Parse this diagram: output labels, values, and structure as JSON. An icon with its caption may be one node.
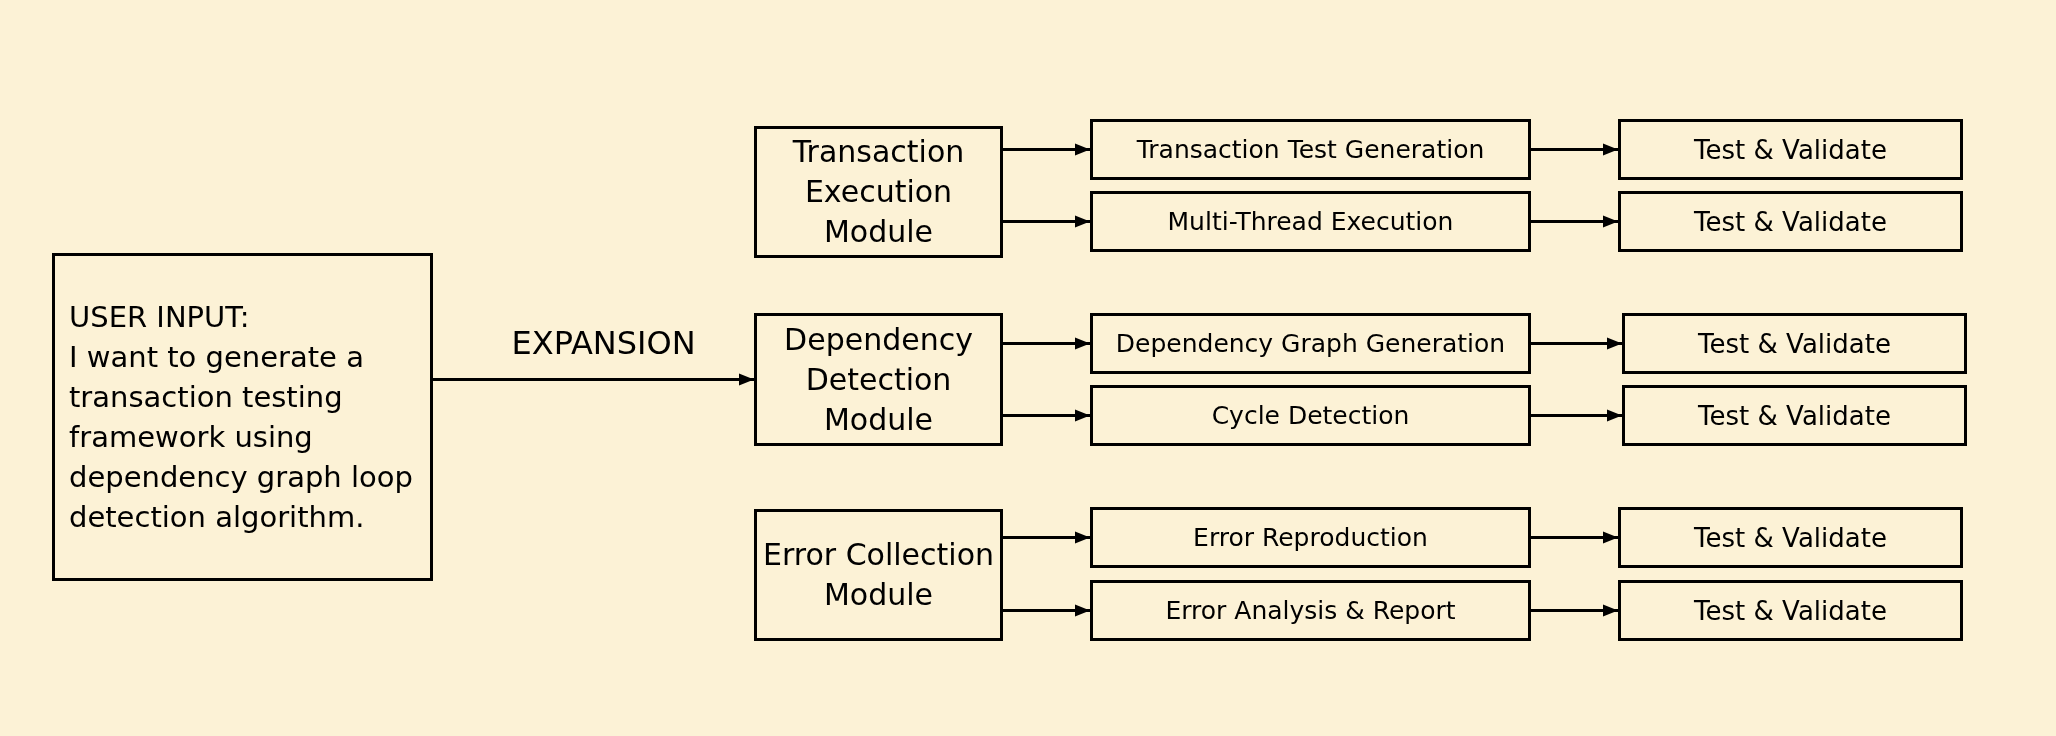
{
  "diagram": {
    "nodes": [
      {
        "text": [
          "USER INPUT:",
          "I want to generate a transaction testing framework using dependency graph loop detection algorithm."
        ]
      },
      {
        "text": [
          "Transaction Execution Module"
        ]
      },
      {
        "text": [
          "Transaction Test Generation"
        ]
      },
      {
        "text": [
          "Test & Validate"
        ]
      },
      {
        "text": [
          "Multi-Thread Execution"
        ]
      },
      {
        "text": [
          "Test & Validate"
        ]
      },
      {
        "text": [
          "Dependency Detection Module"
        ]
      },
      {
        "text": [
          "Dependency Graph Generation"
        ]
      },
      {
        "text": [
          "Test & Validate"
        ]
      },
      {
        "text": [
          "Cycle Detection"
        ]
      },
      {
        "text": [
          "Test & Validate"
        ]
      },
      {
        "text": [
          "Error Collection Module"
        ]
      },
      {
        "text": [
          "Error Reproduction"
        ]
      },
      {
        "text": [
          "Test & Validate"
        ]
      },
      {
        "text": [
          "Error Analysis & Report"
        ]
      },
      {
        "text": [
          "Test & Validate"
        ]
      }
    ],
    "edges": [
      {
        "from": 0,
        "to": 6,
        "arrow": "to",
        "label": "EXPANSION"
      },
      {
        "from": 1,
        "to": 2,
        "arrow": "to"
      },
      {
        "from": 2,
        "to": 3,
        "arrow": "to"
      },
      {
        "from": 1,
        "to": 4,
        "arrow": "to"
      },
      {
        "from": 4,
        "to": 5,
        "arrow": "to"
      },
      {
        "from": 6,
        "to": 7,
        "arrow": "to"
      },
      {
        "from": 7,
        "to": 8,
        "arrow": "to"
      },
      {
        "from": 6,
        "to": 9,
        "arrow": "to"
      },
      {
        "from": 9,
        "to": 10,
        "arrow": "to"
      },
      {
        "from": 11,
        "to": 12,
        "arrow": "to"
      },
      {
        "from": 12,
        "to": 13,
        "arrow": "to"
      },
      {
        "from": 11,
        "to": 14,
        "arrow": "to"
      },
      {
        "from": 14,
        "to": 15,
        "arrow": "to"
      }
    ]
  }
}
